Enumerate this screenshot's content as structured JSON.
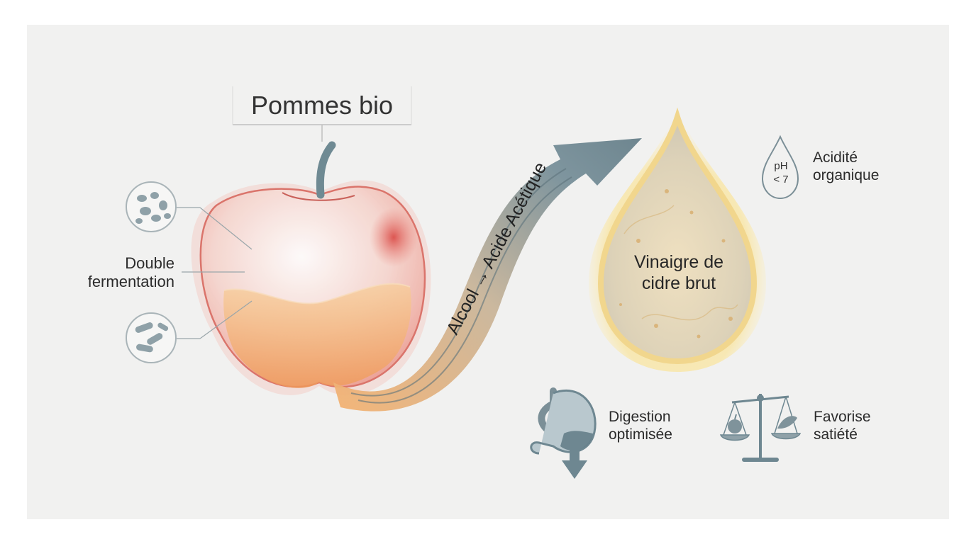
{
  "title": "Pommes bio",
  "fermentation": {
    "line1": "Double",
    "line2": "fermentation"
  },
  "process": "Alcool → Acide Acétique",
  "product": {
    "line1": "Vinaigre de",
    "line2": "cidre brut"
  },
  "acidity": {
    "ph_line1": "pH",
    "ph_line2": "< 7",
    "line1": "Acidité",
    "line2": "organique"
  },
  "digestion": {
    "line1": "Digestion",
    "line2": "optimisée"
  },
  "satiety": {
    "line1": "Favorise",
    "line2": "satiété"
  },
  "icons": {
    "yeast": "yeast-cells-icon",
    "bacteria": "bacteria-icon",
    "ph_drop": "ph-drop-icon",
    "stomach": "stomach-icon",
    "scale": "balance-scale-icon"
  },
  "colors": {
    "apple_red": "#e06a64",
    "liquid_orange": "#f2b36f",
    "arrow_slate": "#6e8791",
    "drop_gold": "#f4d98e",
    "icon_gray": "#7b8f97"
  }
}
